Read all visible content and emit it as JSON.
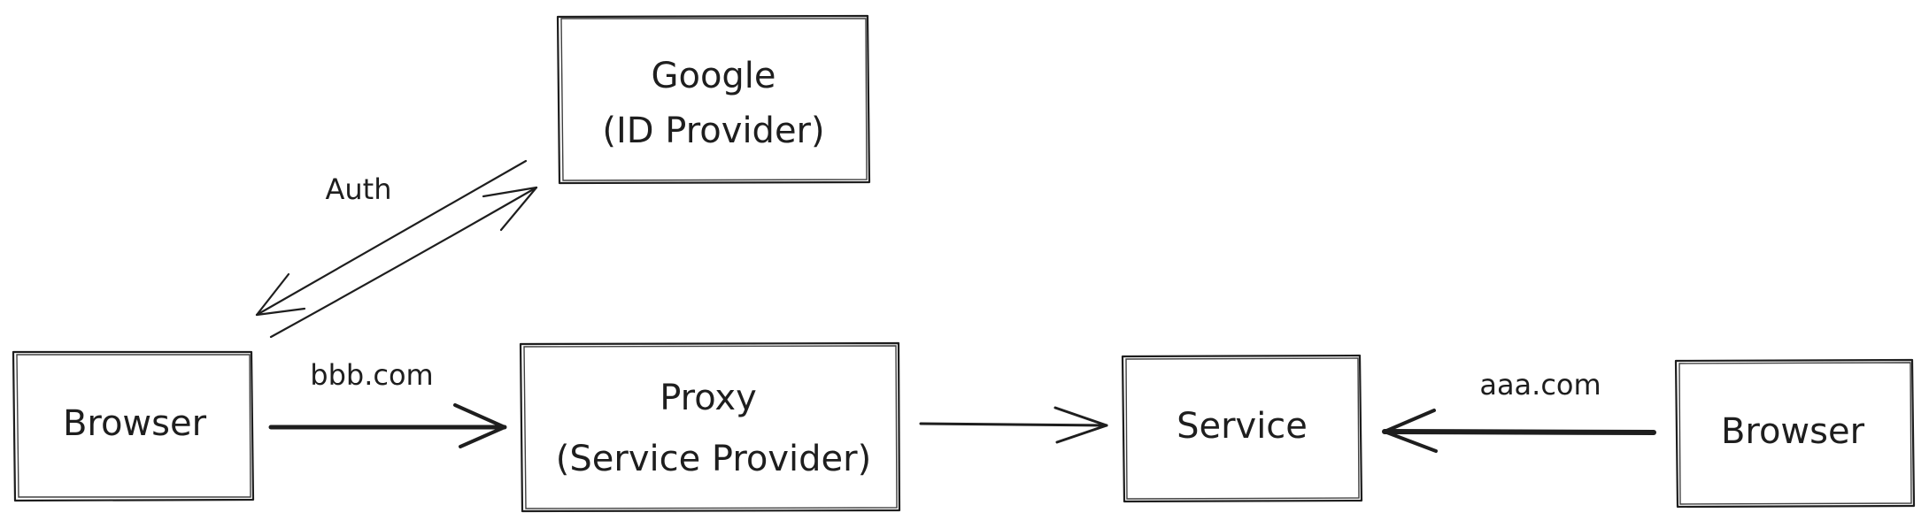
{
  "nodes": {
    "google": {
      "line1": "Google",
      "line2": "(ID Provider)"
    },
    "browser_left": {
      "label": "Browser"
    },
    "proxy": {
      "line1": "Proxy",
      "line2": "(Service Provider)"
    },
    "service": {
      "label": "Service"
    },
    "browser_right": {
      "label": "Browser"
    }
  },
  "edges": {
    "auth": {
      "label": "Auth"
    },
    "bbb": {
      "label": "bbb.com"
    },
    "proxy_service": {
      "label": ""
    },
    "aaa": {
      "label": "aaa.com"
    }
  },
  "colors": {
    "stroke": "#1e1e1e",
    "background": "#ffffff"
  }
}
